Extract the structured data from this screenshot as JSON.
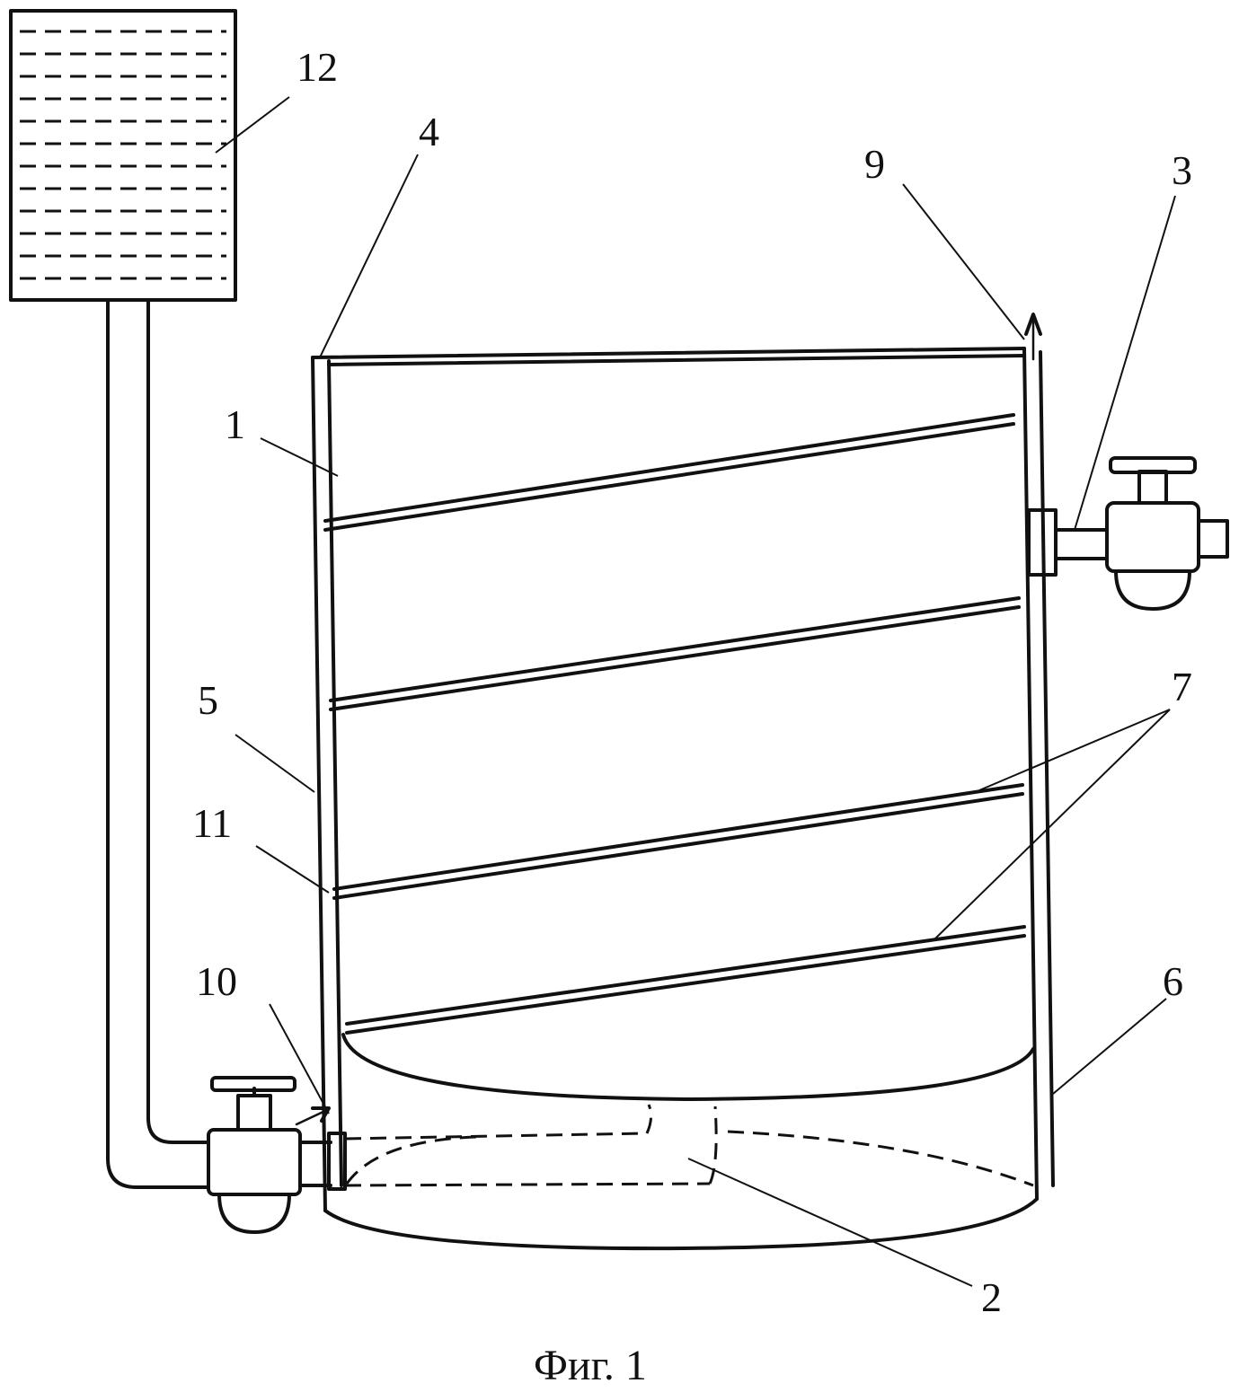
{
  "caption": "Фиг. 1",
  "labels": {
    "l1": "1",
    "l2": "2",
    "l3": "3",
    "l4": "4",
    "l5": "5",
    "l6": "6",
    "l7": "7",
    "l9": "9",
    "l10": "10",
    "l11": "11",
    "l12": "12"
  }
}
